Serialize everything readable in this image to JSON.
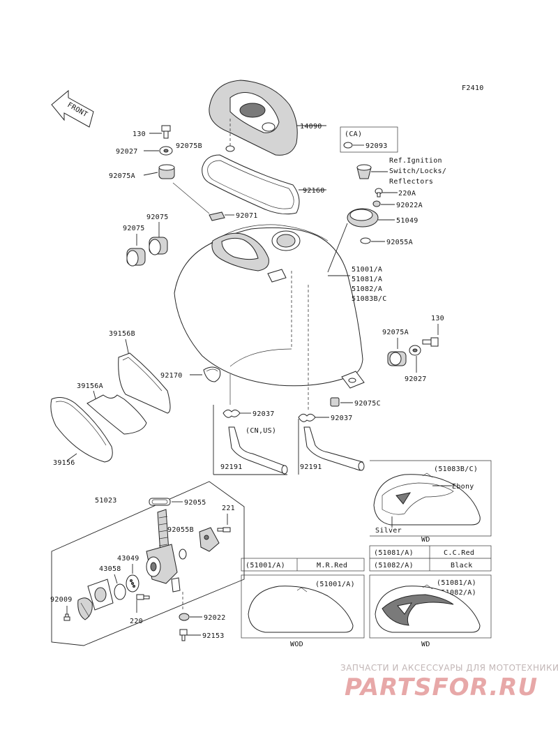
{
  "figure_id": "F2410",
  "front_label": "FRONT",
  "callouts": {
    "p14090": "14090",
    "p130_top": "130",
    "p92027_top": "92027",
    "p92075B": "92075B",
    "p92075A_top": "92075A",
    "p92160": "92160",
    "p92071": "92071",
    "p92075_a": "92075",
    "p92075_b": "92075",
    "ca_label": "(CA)",
    "p92093": "92093",
    "ref_line1": "Ref.Ignition",
    "ref_line2": "Switch/Locks/",
    "ref_line3": "Reflectors",
    "p220A": "220A",
    "p92022A": "92022A",
    "p51049": "51049",
    "p92055A": "92055A",
    "tank_line1": "51001/A",
    "tank_line2": "51081/A",
    "tank_line3": "51082/A",
    "tank_line4": "51083B/C",
    "p130_right": "130",
    "p92075A_right": "92075A",
    "p92027_right": "92027",
    "p92075C": "92075C",
    "p39156B": "39156B",
    "p39156A": "39156A",
    "p39156": "39156",
    "p92170": "92170",
    "p92037_left": "92037",
    "p92037_right": "92037",
    "cn_us": "(CN,US)",
    "p92191_left": "92191",
    "p92191_right": "92191",
    "p51023": "51023",
    "p92055": "92055",
    "p221": "221",
    "p92055B": "92055B",
    "p43049": "43049",
    "p43058": "43058",
    "p92009": "92009",
    "p220": "220",
    "p92022": "92022",
    "p92153": "92153"
  },
  "color_boxes": {
    "top": {
      "code": "(51083B/C)",
      "label_ebony": "Ebony",
      "label_silver": "Silver",
      "caption": "WD"
    },
    "bottom_left": {
      "header_code": "(51001/A)",
      "header_color": "M.R.Red",
      "inner_code": "(51001/A)",
      "caption": "WOD"
    },
    "bottom_right": {
      "row1_code": "(51081/A)",
      "row1_color": "C.C.Red",
      "row2_code": "(51082/A)",
      "row2_color": "Black",
      "inner_code1": "(51081/A)",
      "inner_code2": "(51082/A)",
      "caption": "WD"
    }
  },
  "watermark": {
    "line1": "ЗАПЧАСТИ И АКСЕССУАРЫ ДЛЯ МОТОТЕХНИКИ",
    "line2": "PARTSFOR.RU"
  },
  "colors": {
    "ink": "#111111",
    "watermark_text": "#c2b6b6",
    "watermark_logo": "#e7a8a8"
  }
}
